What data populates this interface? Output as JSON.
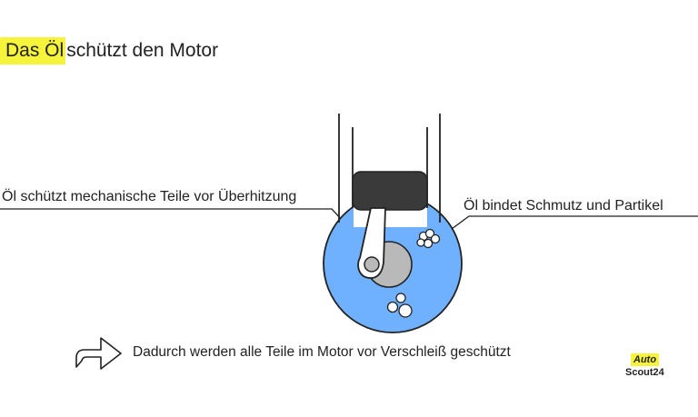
{
  "title": {
    "highlight": "Das Öl",
    "rest": "schützt den Motor"
  },
  "labels": {
    "left": "Öl schützt mechanische Teile vor Überhitzung",
    "right": "Öl bindet Schmutz und Partikel"
  },
  "conclusion": "Dadurch werden alle Teile im Motor vor Verschleiß geschützt",
  "logo": {
    "line1": "Auto",
    "line2": "Scout24"
  },
  "colors": {
    "highlight": "#f5f33a",
    "oil": "#6fb1ff",
    "piston": "#3a3a3a",
    "gear": "#b9b9b9",
    "outline": "#222222"
  }
}
